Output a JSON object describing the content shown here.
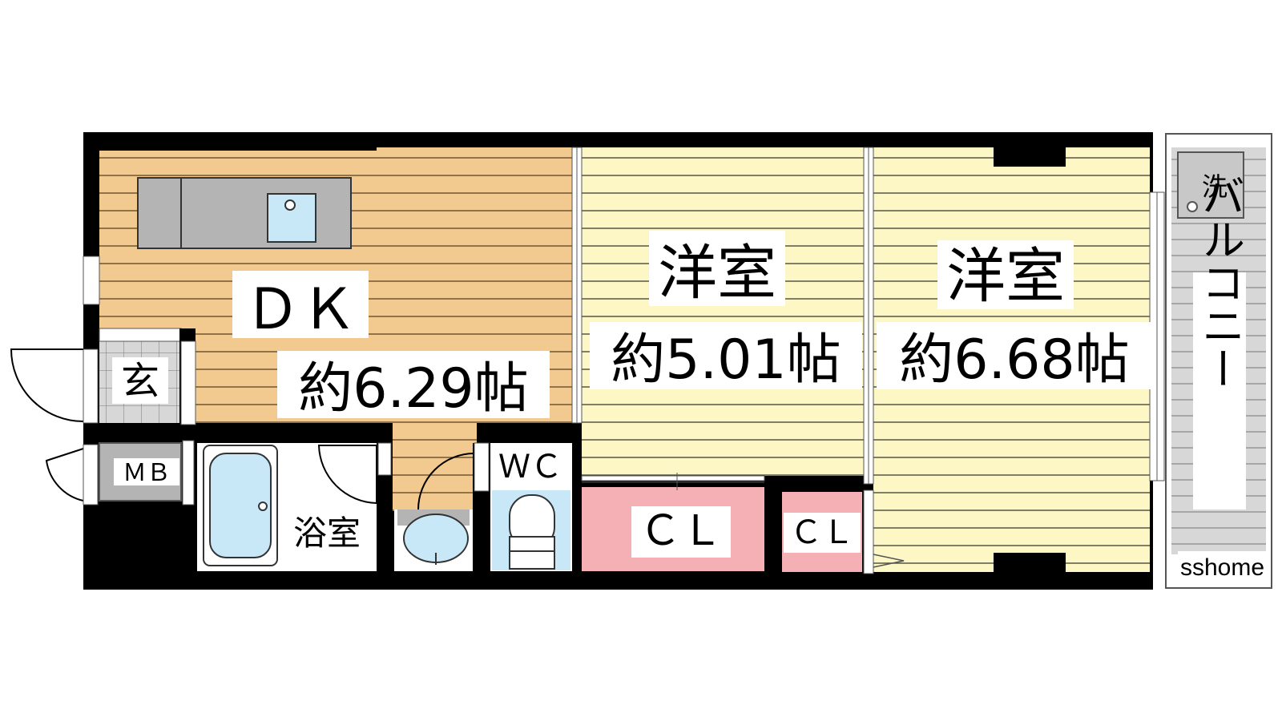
{
  "floorplan": {
    "rooms": {
      "dk": {
        "name": "ＤＫ",
        "area": "約6.29帖"
      },
      "western_room_1": {
        "name": "洋室",
        "area": "約5.01帖"
      },
      "western_room_2": {
        "name": "洋室",
        "area": "約6.68帖"
      },
      "entrance": {
        "name": "玄"
      },
      "meter_box": {
        "name": "ＭＢ"
      },
      "bathroom": {
        "name": "浴室"
      },
      "toilet": {
        "name": "ＷＣ"
      },
      "closet_1": {
        "name": "ＣＬ"
      },
      "closet_2": {
        "name": "ＣＬ"
      },
      "balcony": {
        "name": "バルコニー"
      },
      "washer": {
        "name": "洗"
      }
    },
    "watermark": "sshome",
    "colors": {
      "wall": "#000000",
      "dk_floor": "#f2c98f",
      "western_floor": "#fdf7c6",
      "closet": "#f5b0b5",
      "fixture_gray": "#b4b4b4",
      "water_blue": "#c8e8f8",
      "balcony_gray": "#d7d7d7"
    }
  }
}
